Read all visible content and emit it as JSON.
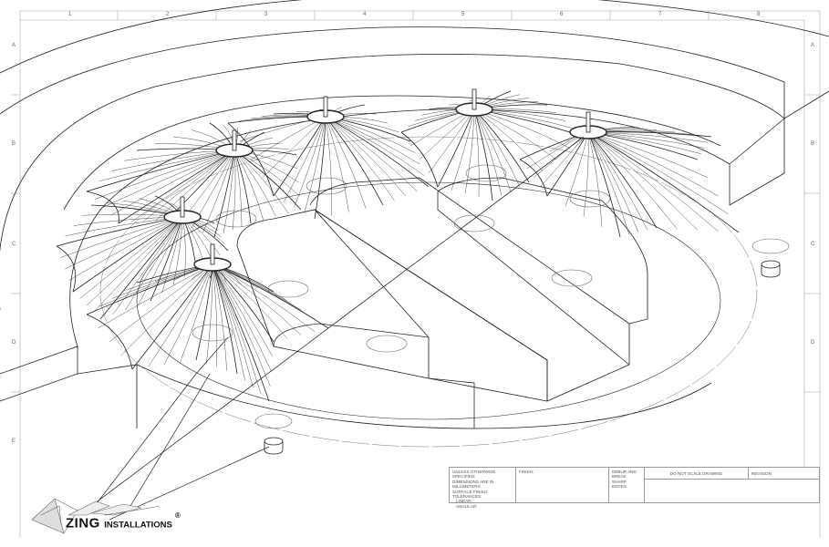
{
  "border": {
    "columns": [
      "1",
      "2",
      "3",
      "4",
      "5",
      "6",
      "7",
      "8"
    ],
    "rows": [
      "A",
      "B",
      "C",
      "D",
      "E"
    ]
  },
  "title_block": {
    "general_notes": [
      "UNLESS OTHERWISE SPECIFIED:",
      "DIMENSIONS ARE IN MILLIMETERS",
      "SURFACE FINISH:",
      "TOLERANCES:",
      "  LINEAR:",
      "  ANGULAR:"
    ],
    "finish_label": "FINISH:",
    "debur_note": [
      "DEBUR AND",
      "BREAK SHARP",
      "EDGES"
    ],
    "do_not_scale": "DO NOT SCALE DRAWING",
    "revision_label": "REVISION"
  },
  "logo": {
    "brand": "ZING",
    "suffix": "INSTALLATIONS",
    "registered": "®"
  }
}
